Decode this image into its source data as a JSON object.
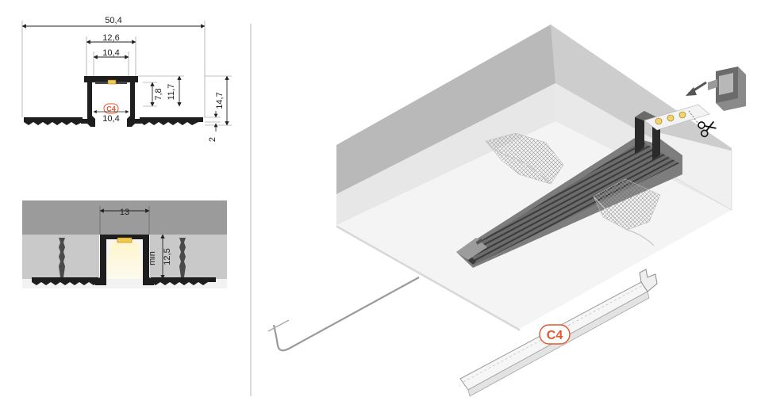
{
  "profile_drawing": {
    "width_total": "50,4",
    "width_outer": "12,6",
    "width_inner": "10,4",
    "width_bottom": "10,4",
    "height_inner": "7,8",
    "height_mid": "11,7",
    "height_total": "14,7",
    "flange": "2",
    "badge": "C4"
  },
  "installation_drawing": {
    "cutout_width": "13",
    "min_label": "min",
    "min_depth": "12,5"
  },
  "iso_view": {
    "badge": "C4",
    "icons": [
      "scissors-icon",
      "arrow-icon",
      "end-cap-icon"
    ]
  },
  "colors": {
    "badge_text": "#e4572e",
    "profile": "#1e1e1e",
    "wall_top": "#d2d2d2",
    "wall_face": "#e9e9e9",
    "ceiling": "#f6f6f6",
    "light": "#fff3b0"
  }
}
